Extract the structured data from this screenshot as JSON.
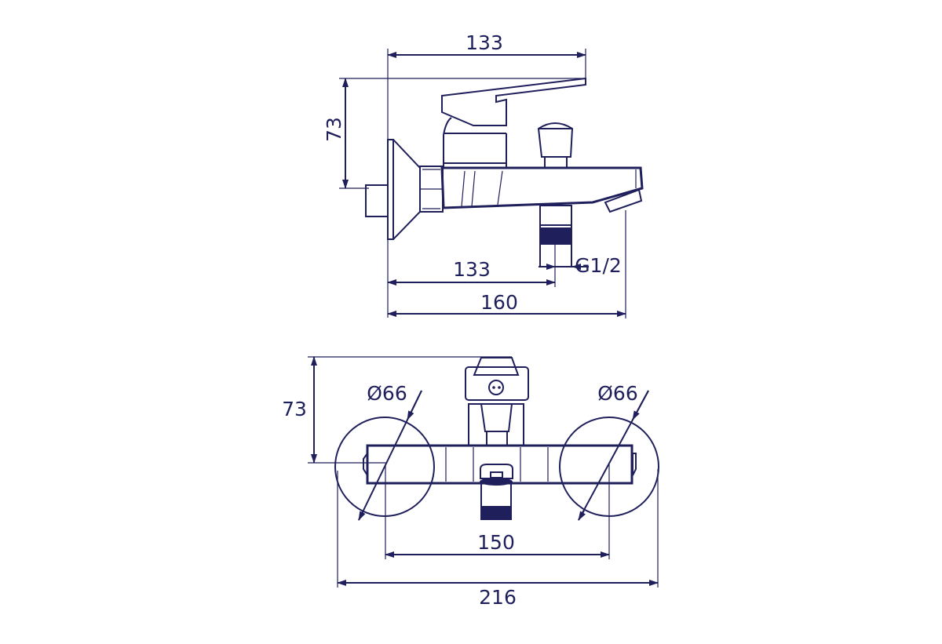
{
  "drawing": {
    "line_color": "#1f1f5c",
    "side_view": {
      "dim_top_width": "133",
      "dim_height": "73",
      "dim_outlet_offset": "133",
      "dim_thread": "G1/2",
      "dim_total_length": "160"
    },
    "top_view": {
      "dim_height": "73",
      "dim_left_diameter": "Ø66",
      "dim_right_diameter": "Ø66",
      "dim_centers": "150",
      "dim_total_width": "216"
    }
  }
}
